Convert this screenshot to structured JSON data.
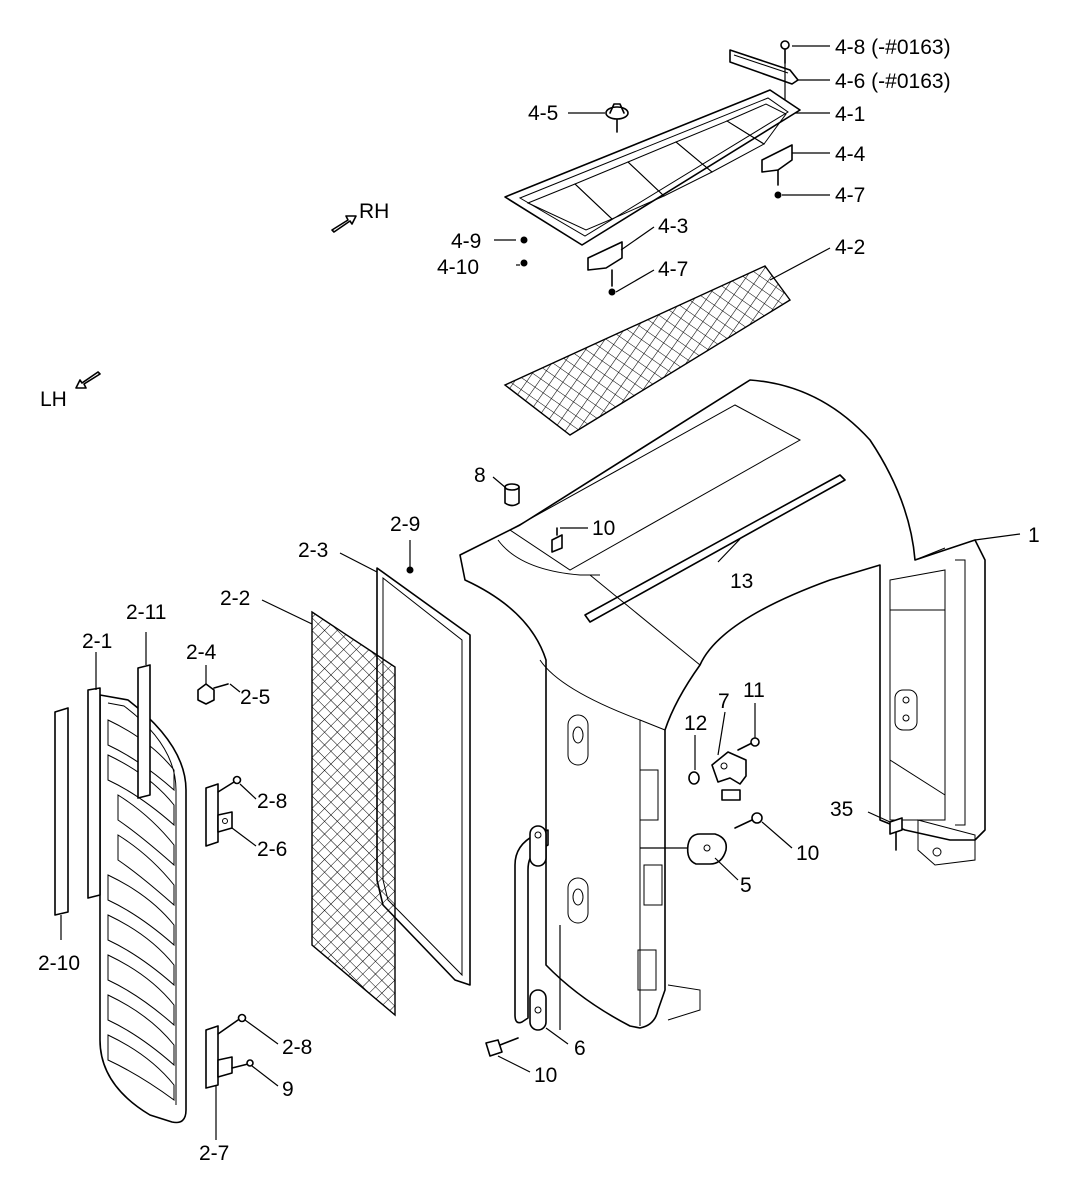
{
  "callouts": {
    "c4_8": "4-8 (-#0163)",
    "c4_6": "4-6 (-#0163)",
    "c4_5": "4-5",
    "c4_1": "4-1",
    "c4_4": "4-4",
    "c4_7a": "4-7",
    "c4_3": "4-3",
    "c4_9": "4-9",
    "c4_10": "4-10",
    "c4_7b": "4-7",
    "c4_2": "4-2",
    "rh": "RH",
    "lh": "LH",
    "c8": "8",
    "c10a": "10",
    "c1": "1",
    "c13": "13",
    "c2_9": "2-9",
    "c2_3": "2-3",
    "c2_2": "2-2",
    "c2_11": "2-11",
    "c2_1": "2-1",
    "c2_4": "2-4",
    "c2_5": "2-5",
    "c2_8a": "2-8",
    "c2_6": "2-6",
    "c2_10": "2-10",
    "c2_8b": "2-8",
    "c9": "9",
    "c2_7": "2-7",
    "c12": "12",
    "c7": "7",
    "c11": "11",
    "c10b": "10",
    "c5": "5",
    "c35": "35",
    "c6": "6",
    "c10c": "10"
  }
}
